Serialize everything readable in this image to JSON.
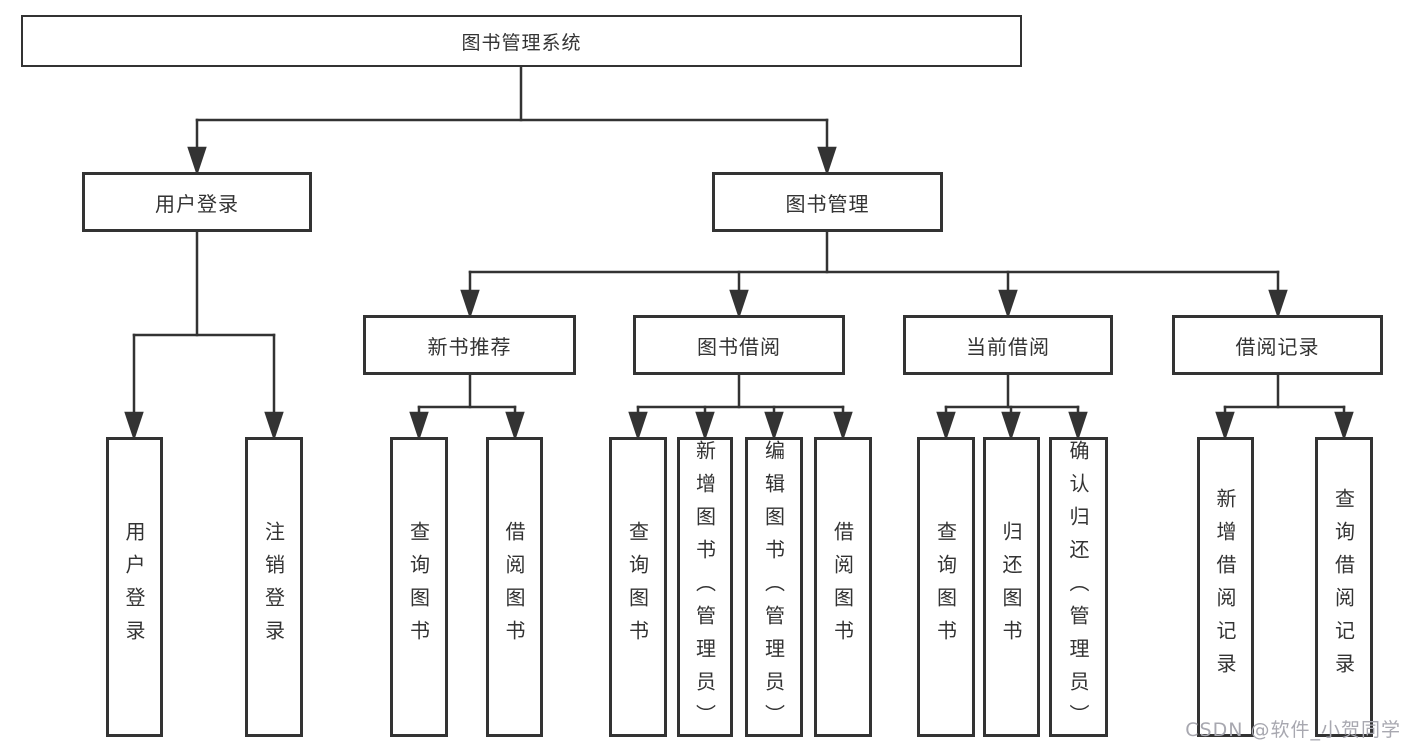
{
  "diagram": {
    "title": "图书管理系统",
    "nodes": {
      "user_login": "用户登录",
      "book_mgmt": "图书管理",
      "new_book": "新书推荐",
      "book_borrow": "图书借阅",
      "current_borrow": "当前借阅",
      "borrow_record": "借阅记录"
    },
    "leaves": {
      "login": "用户登录",
      "logout": "注销登录",
      "nb_query": "查询图书",
      "nb_borrow": "借阅图书",
      "bb_query": "查询图书",
      "bb_add": "新增图书（管理员）",
      "bb_edit": "编辑图书（管理员）",
      "bb_borrow": "借阅图书",
      "cb_query": "查询图书",
      "cb_return": "归还图书",
      "cb_confirm": "确认归还（管理员）",
      "br_add": "新增借阅记录",
      "br_query": "查询借阅记录"
    }
  },
  "colors": {
    "line": "#333333",
    "text": "#333333",
    "background": "#ffffff",
    "watermark": "#a8a8b0"
  },
  "watermark": "CSDN @软件_小贺同学"
}
